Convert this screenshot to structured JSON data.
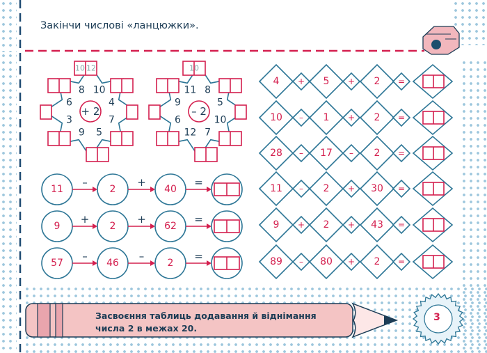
{
  "title": "Закінчи числові «ланцюжки».",
  "colors": {
    "blue": "#2d7696",
    "red": "#d4204f",
    "dark": "#1d3d56",
    "dots": "#9dc7dd",
    "pencil": "#f4c4c4"
  },
  "stars": [
    {
      "center": "+ 2",
      "hint": [
        "10",
        "12"
      ],
      "values": [
        "10",
        "4",
        "7",
        "5",
        "9",
        "3",
        "6",
        "8"
      ]
    },
    {
      "center": "– 2",
      "hint": [
        "10"
      ],
      "values": [
        "8",
        "5",
        "10",
        "7",
        "12",
        "6",
        "9",
        "11"
      ]
    }
  ],
  "circle_chains": [
    {
      "values": [
        "11",
        "2",
        "40"
      ],
      "ops": [
        "–",
        "+",
        "="
      ]
    },
    {
      "values": [
        "9",
        "2",
        "62"
      ],
      "ops": [
        "+",
        "+",
        "="
      ]
    },
    {
      "values": [
        "57",
        "46",
        "2"
      ],
      "ops": [
        "–",
        "–",
        "="
      ]
    }
  ],
  "diamond_chains": [
    {
      "values": [
        "4",
        "5",
        "2"
      ],
      "ops": [
        "+",
        "+",
        "="
      ]
    },
    {
      "values": [
        "10",
        "1",
        "2"
      ],
      "ops": [
        "–",
        "+",
        "="
      ]
    },
    {
      "values": [
        "28",
        "17",
        "2"
      ],
      "ops": [
        "–",
        "–",
        "="
      ]
    },
    {
      "values": [
        "11",
        "2",
        "30"
      ],
      "ops": [
        "–",
        "+",
        "="
      ]
    },
    {
      "values": [
        "9",
        "2",
        "43"
      ],
      "ops": [
        "+",
        "+",
        "="
      ]
    },
    {
      "values": [
        "89",
        "80",
        "2"
      ],
      "ops": [
        "–",
        "+",
        "="
      ]
    }
  ],
  "footer": {
    "line1": "Засвоєння таблиць додавання й віднімання",
    "line2": "числа 2 в межах 20."
  },
  "page_number": "3"
}
